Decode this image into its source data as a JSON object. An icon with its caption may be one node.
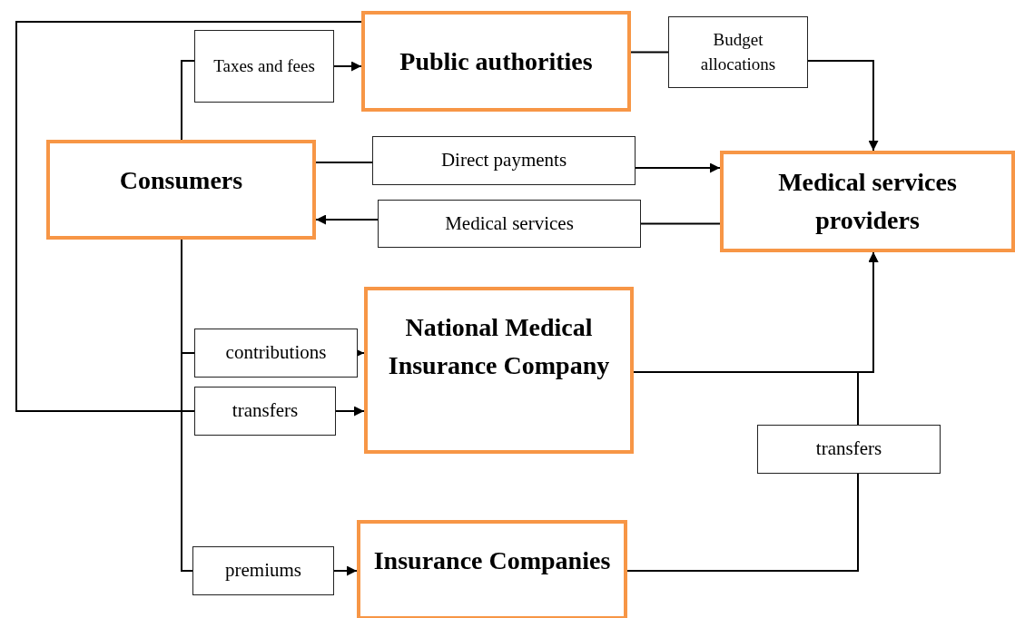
{
  "diagram": {
    "nodes": [
      {
        "text": [
          "Public authorities"
        ]
      },
      {
        "text": [
          "Taxes and fees"
        ]
      },
      {
        "text": [
          "Budget allocations"
        ]
      },
      {
        "text": [
          "Consumers"
        ]
      },
      {
        "text": [
          "Direct payments"
        ]
      },
      {
        "text": [
          "Medical services providers"
        ]
      },
      {
        "text": [
          "Medical services"
        ]
      },
      {
        "text": [
          "National Medical Insurance Company"
        ]
      },
      {
        "text": [
          "contributions"
        ]
      },
      {
        "text": [
          "transfers"
        ]
      },
      {
        "text": [
          "transfers"
        ]
      },
      {
        "text": [
          "Insurance Companies"
        ]
      },
      {
        "text": [
          "premiums"
        ]
      }
    ],
    "edges": [
      {
        "from": 3,
        "to": 1,
        "arrow": "none"
      },
      {
        "from": 1,
        "to": 0,
        "arrow": "to"
      },
      {
        "from": 0,
        "to": 2,
        "arrow": "none"
      },
      {
        "from": 2,
        "to": 5,
        "arrow": "to"
      },
      {
        "from": 3,
        "to": 4,
        "arrow": "none"
      },
      {
        "from": 4,
        "to": 5,
        "arrow": "to"
      },
      {
        "from": 5,
        "to": 6,
        "arrow": "none"
      },
      {
        "from": 6,
        "to": 3,
        "arrow": "to"
      },
      {
        "from": 3,
        "to": 8,
        "arrow": "none"
      },
      {
        "from": 8,
        "to": 7,
        "arrow": "to"
      },
      {
        "from": 0,
        "to": 9,
        "arrow": "none"
      },
      {
        "from": 9,
        "to": 7,
        "arrow": "to"
      },
      {
        "from": 3,
        "to": 12,
        "arrow": "none"
      },
      {
        "from": 12,
        "to": 11,
        "arrow": "to"
      },
      {
        "from": 7,
        "to": 5,
        "arrow": "to"
      },
      {
        "from": 11,
        "to": 10,
        "arrow": "none"
      },
      {
        "from": 10,
        "to": 5,
        "arrow": "to"
      }
    ]
  }
}
